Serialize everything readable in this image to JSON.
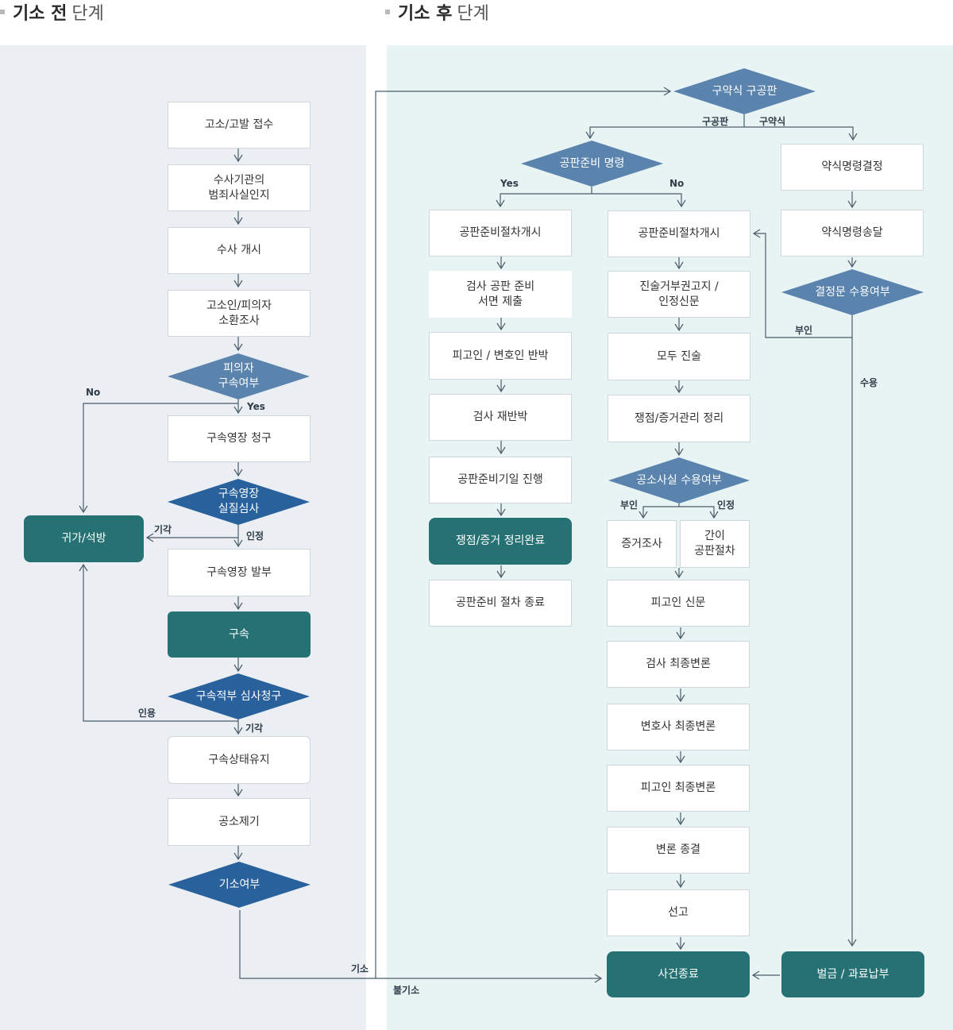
{
  "headings": {
    "pre": {
      "bold": "기소 전",
      "normal": "단계"
    },
    "post": {
      "bold": "기소 후",
      "normal": "단계"
    }
  },
  "colors": {
    "pre_panel_bg": "#ebeef2",
    "post_panel_bg": "#e8f3f3",
    "diamond_light": "#5a83ad",
    "diamond_dark": "#28619c",
    "dark_box": "#267173",
    "line": "#4a5d6b"
  },
  "nodes": {
    "complaint": "고소/고발 접수",
    "investigation_agency": "수사기관의\n범죄사실인지",
    "investigation_start": "수사 개시",
    "summon": "고소인/피의자\n소환조사",
    "detain_decision": "피의자\n구속여부",
    "warrant_request": "구속영장 청구",
    "warrant_review": "구속영장\n실질심사",
    "release": "귀가/석방",
    "warrant_issue": "구속영장 발부",
    "arrest": "구속",
    "review_request": "구속적부 심사청구",
    "keep_detention": "구속상태유지",
    "indictment": "공소제기",
    "prosecute_decision": "기소여부",
    "summary_or_formal": "구약식 구공판",
    "pretrial_order": "공판준비 명령",
    "summary_order_decision": "약식명령결정",
    "pretrial_start_yes": "공판준비절차개시",
    "pretrial_start_no": "공판준비절차개시",
    "summary_order_delivery": "약식명령송달",
    "prosecutor_document": "검사 공판 준비\n서면 제출",
    "refusal_notice": "진술거부권고지 /\n인정신문",
    "accept_decision": "결정문 수용여부",
    "defense_rebuttal": "피고인 / 변호인 반박",
    "opening_statement": "모두 진술",
    "prosecutor_rebuttal": "검사 재반박",
    "issue_organize": "쟁점/증거관리 정리",
    "pretrial_date": "공판준비기일 진행",
    "facts_accept": "공소사실 수용여부",
    "evidence_examination": "증거조사",
    "simplified_trial": "간이\n공판절차",
    "issue_complete": "쟁점/증거 정리완료",
    "pretrial_end": "공판준비 절차 종료",
    "defendant_exam": "피고인 신문",
    "prosecutor_final": "검사 최종변론",
    "lawyer_final": "변호사 최종변론",
    "defendant_final": "피고인 최종변론",
    "closing": "변론 종결",
    "sentence": "선고",
    "case_end": "사건종료",
    "fine_payment": "벌금 / 과료납부"
  },
  "labels": {
    "no_detain": "No",
    "yes_detain": "Yes",
    "dismiss_warrant": "기각",
    "approve_warrant": "인정",
    "accept_review": "인용",
    "dismiss_review": "기각",
    "prosecute": "기소",
    "not_prosecute": "불기소",
    "formal_trial": "구공판",
    "summary": "구약식",
    "pretrial_yes": "Yes",
    "pretrial_no": "No",
    "deny": "부인",
    "accept": "수용",
    "facts_deny": "부인",
    "facts_admit": "인정"
  }
}
